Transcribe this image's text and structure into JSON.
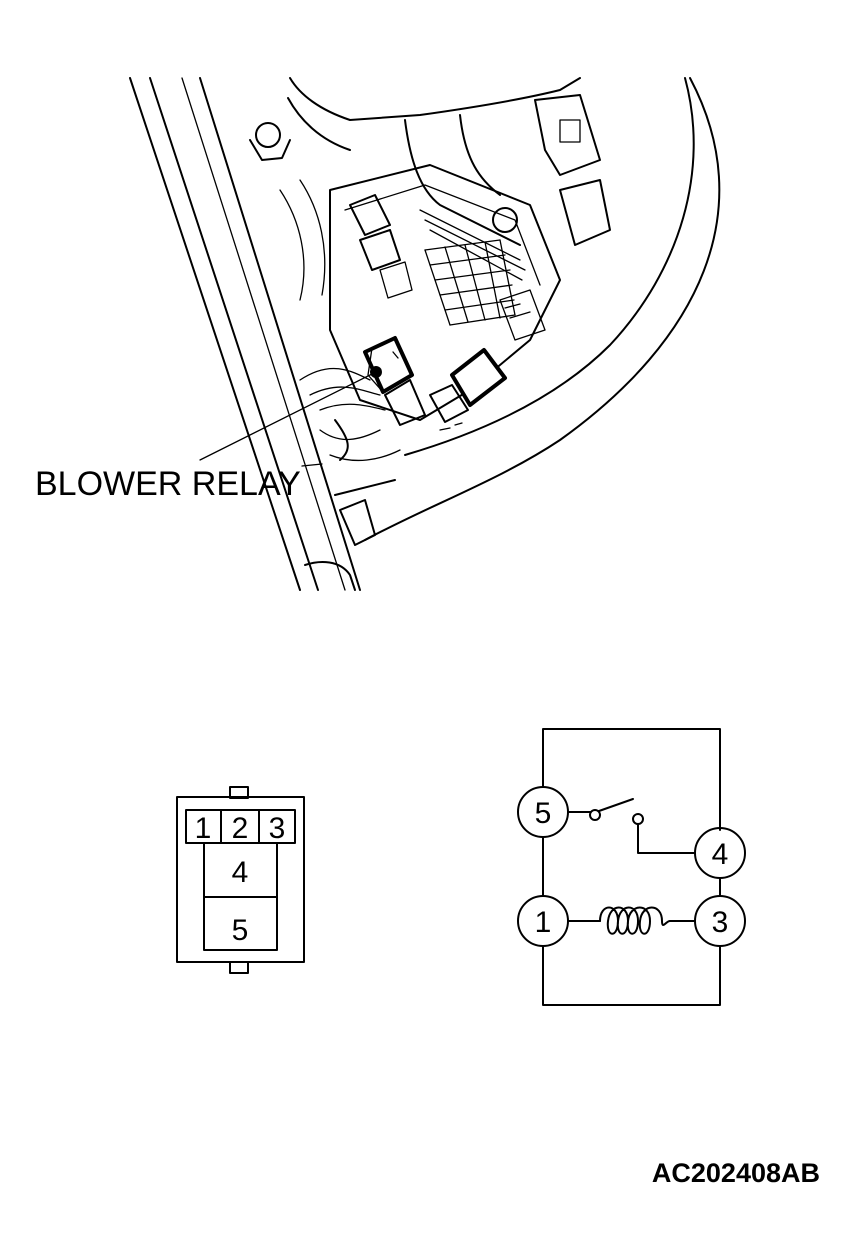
{
  "illustration": {
    "callout_label": "BLOWER RELAY"
  },
  "connector": {
    "pins_top": [
      "1",
      "2",
      "3"
    ],
    "pin_middle": "4",
    "pin_bottom": "5"
  },
  "schematic": {
    "terminals": {
      "t5": "5",
      "t4": "4",
      "t1": "1",
      "t3": "3"
    }
  },
  "figure_id": "AC202408AB"
}
